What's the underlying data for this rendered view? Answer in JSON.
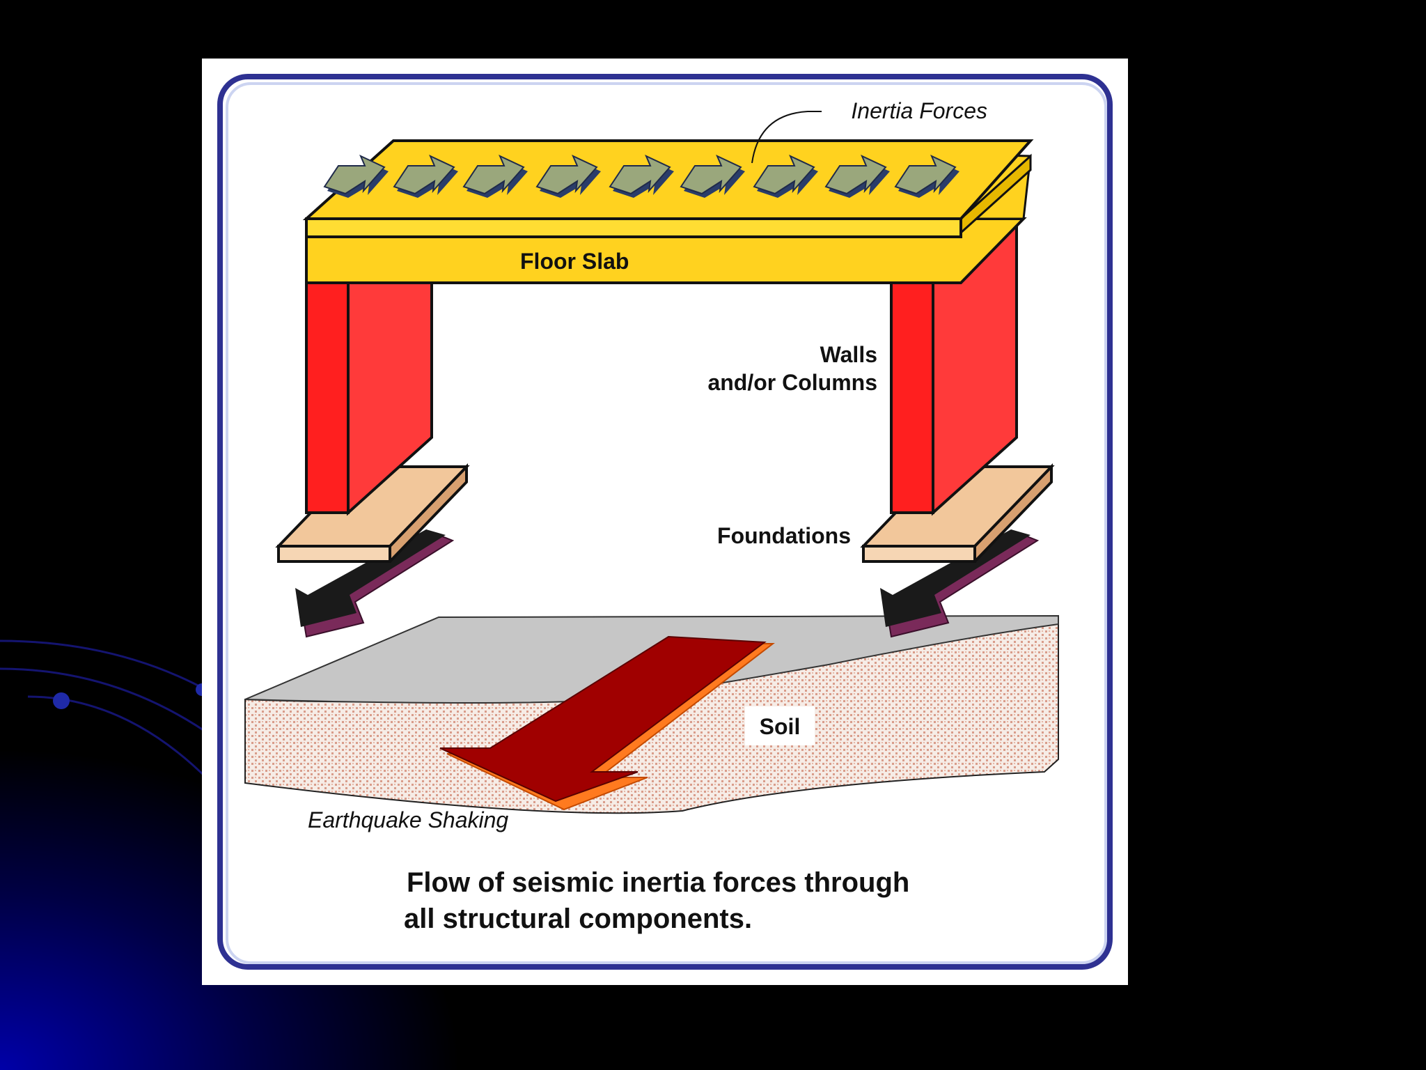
{
  "diagram": {
    "labels": {
      "inertia_forces": "Inertia Forces",
      "floor_slab": "Floor Slab",
      "walls_line1": "Walls",
      "walls_line2": "and/or Columns",
      "foundations": "Foundations",
      "soil": "Soil",
      "earthquake_shaking": "Earthquake Shaking"
    },
    "caption": {
      "line1": "Flow of seismic inertia forces through",
      "line2": "all structural components."
    },
    "colors": {
      "frame_border": "#2e3192",
      "slab": "#ffd21f",
      "wall_front": "#ff1f1f",
      "wall_side": "#ff3a3a",
      "foundation": "#f2c79b",
      "inertia_arrow": "#9aa77c",
      "soil_top": "#c8c8c8",
      "earthquake_arrow": "#a00000"
    },
    "inertia_arrow_count": 9
  }
}
